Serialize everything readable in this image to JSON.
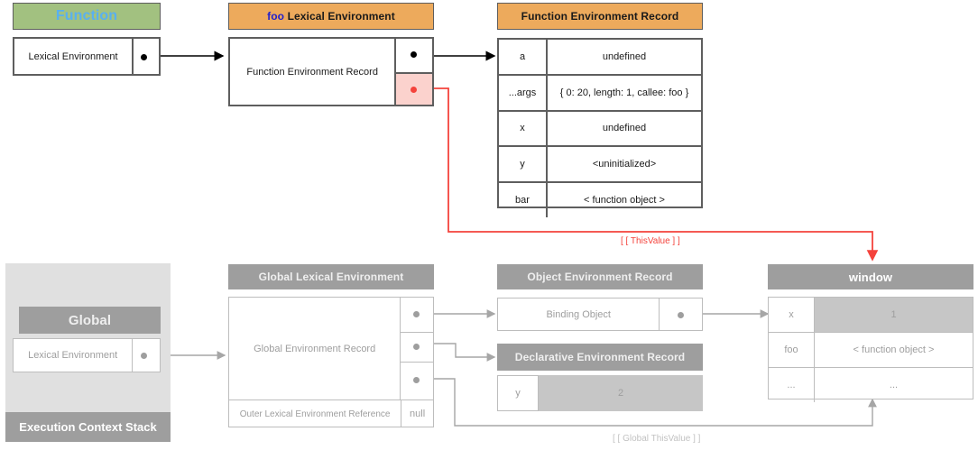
{
  "function_panel": {
    "header": "Function",
    "row_label": "Lexical Environment"
  },
  "foo_lex_env": {
    "header_prefix": "foo",
    "header_rest": "Lexical Environment",
    "record_label": "Function Environment Record"
  },
  "function_env_record": {
    "header": "Function Environment Record",
    "columns": [
      "binding",
      "value"
    ],
    "rows": [
      {
        "binding": "a",
        "value": "undefined"
      },
      {
        "binding": "...args",
        "value": "{ 0: 20, length: 1, callee: foo }"
      },
      {
        "binding": "x",
        "value": "undefined"
      },
      {
        "binding": "y",
        "value": "<uninitialized>"
      },
      {
        "binding": "bar",
        "value": "< function object >"
      }
    ]
  },
  "this_value_label": "[ [ ThisValue ] ]",
  "global_this_value_label": "[ [ Global ThisValue ] ]",
  "execution_context_stack": {
    "footer": "Execution Context Stack",
    "frames": [
      {
        "header": "Global",
        "row_label": "Lexical Environment"
      }
    ]
  },
  "global_lex_env": {
    "header": "Global Lexical Environment",
    "record_label": "Global Environment Record",
    "outer_label": "Outer Lexical Environment Reference",
    "outer_value": "null"
  },
  "object_env_record": {
    "header": "Object Environment Record",
    "row_label": "Binding Object"
  },
  "declarative_env_record": {
    "header": "Declarative Environment Record",
    "rows": [
      {
        "binding": "y",
        "value": "2"
      }
    ]
  },
  "window_object": {
    "header": "window",
    "rows": [
      {
        "binding": "x",
        "value": "1",
        "highlight": true
      },
      {
        "binding": "foo",
        "value": "< function object >",
        "highlight": false
      },
      {
        "binding": "...",
        "value": "...",
        "highlight": false
      }
    ]
  },
  "colors": {
    "green_header": "#a2c180",
    "orange_header": "#edaa5c",
    "blue_text": "#59b0f0",
    "keyword_blue": "#2222cc",
    "gray_header": "#9e9e9e",
    "gray_panel": "#e0e0e0",
    "pink_cell": "#fbd2cd",
    "red_accent": "#f4433c",
    "shade_cell": "#c6c6c6",
    "dark_stroke": "#5e5e5e",
    "gray_stroke": "#bdbdbd"
  }
}
